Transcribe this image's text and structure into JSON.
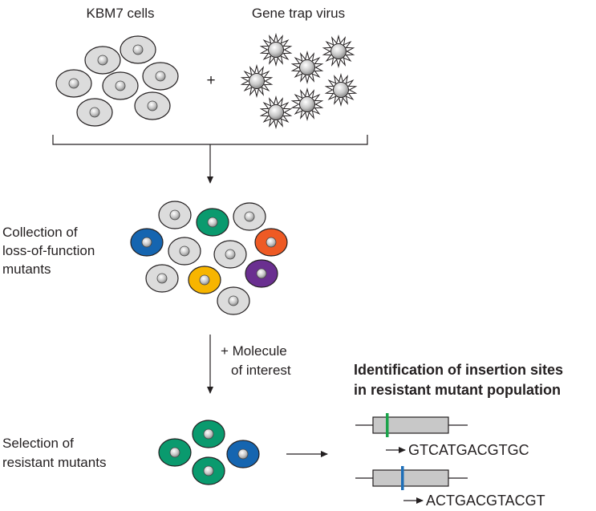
{
  "labels": {
    "kbm7_cells": "KBM7 cells",
    "gene_trap_virus": "Gene trap virus",
    "plus": "+",
    "collection_line1": "Collection of",
    "collection_line2": "loss-of-function",
    "collection_line3": "mutants",
    "molecule_line1": "+ Molecule",
    "molecule_line2": "of interest",
    "identification_line1": "Identification of insertion sites",
    "identification_line2": "in resistant mutant population",
    "selection_line1": "Selection of",
    "selection_line2": "resistant mutants",
    "sequence1": "GTCATGACGTGC",
    "sequence2": "ACTGACGTACGT"
  },
  "colors": {
    "cell_gray": "#dcdcdc",
    "green": "#0a9a6e",
    "blue": "#1565b0",
    "orange": "#ee5a24",
    "yellow": "#f7b500",
    "purple": "#6a2f90",
    "insertion_green": "#1aa34a",
    "insertion_blue": "#1e6fb8"
  }
}
